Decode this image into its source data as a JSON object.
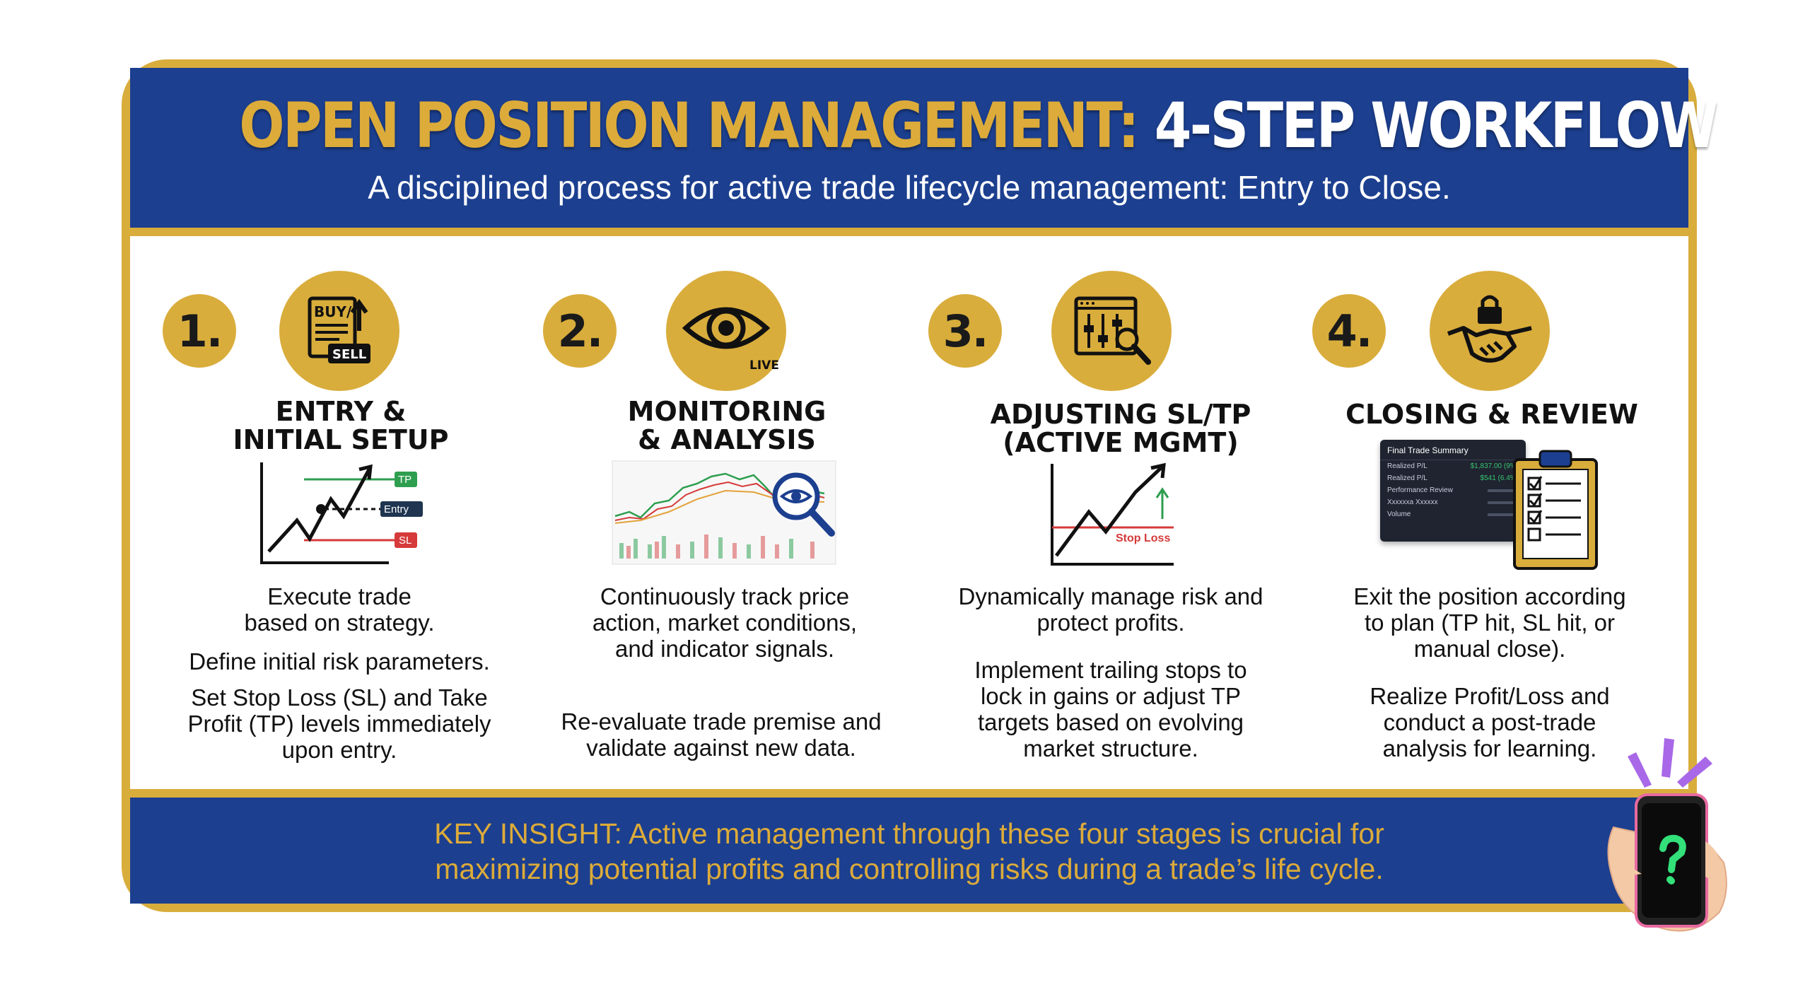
{
  "header": {
    "title_gold": "OPEN POSITION MANAGEMENT:",
    "title_white": "4-STEP WORKFLOW",
    "subtitle": "A disciplined process for active trade lifecycle management: Entry to Close."
  },
  "steps": [
    {
      "number": "1.",
      "title_line1": "ENTRY &",
      "title_line2": "INITIAL SETUP",
      "icon": "buy-sell-order-icon",
      "icon_text_top": "BUY/",
      "icon_text_bottom": "SELL",
      "illustration_labels": {
        "tp": "TP",
        "entry": "Entry",
        "sl": "SL"
      },
      "desc": [
        "Execute trade based on strategy.",
        "Define initial risk parameters.",
        "Set Stop Loss (SL) and Take Profit (TP) levels immediately upon entry."
      ]
    },
    {
      "number": "2.",
      "title_line1": "MONITORING",
      "title_line2": "& ANALYSIS",
      "icon": "eye-live-icon",
      "icon_text": "LIVE",
      "desc": [
        "Continuously track price action, market conditions, and indicator signals.",
        "Re-evaluate trade premise and validate against new data."
      ]
    },
    {
      "number": "3.",
      "title_line1": "ADJUSTING SL/TP",
      "title_line2": "(ACTIVE MGMT)",
      "icon": "control-panel-icon",
      "illustration_labels": {
        "stop_loss": "Stop Loss"
      },
      "desc": [
        "Dynamically manage risk and protect profits.",
        "Implement trailing stops to lock in gains or adjust TP targets based on evolving market structure."
      ]
    },
    {
      "number": "4.",
      "title_line1": "CLOSING & REVIEW",
      "title_line2": "",
      "icon": "lock-handshake-icon",
      "summary": {
        "header": "Final Trade Summary",
        "rows": [
          {
            "label": "Realized P/L",
            "value": "$1,837.00 (9%)"
          },
          {
            "label": "Realized P/L",
            "value": "$541 (6.4%)"
          },
          {
            "label": "Performance Review",
            "value": ""
          },
          {
            "label": "Xxxxxxa Xxxxxx",
            "value": ""
          },
          {
            "label": "Volume",
            "value": ""
          }
        ]
      },
      "desc": [
        "Exit the position according to plan (TP hit, SL hit, or manual close).",
        "Realize Profit/Loss and conduct a post-trade analysis for learning."
      ]
    }
  ],
  "footer": {
    "line1": "KEY INSIGHT: Active management through these four stages is crucial for",
    "line2": "maximizing potential profits and controlling risks during a trade’s life cycle."
  },
  "colors": {
    "navy": "#1c3f8f",
    "gold": "#d9ad3c",
    "green": "#2e9e4f",
    "red": "#d63a3a"
  }
}
